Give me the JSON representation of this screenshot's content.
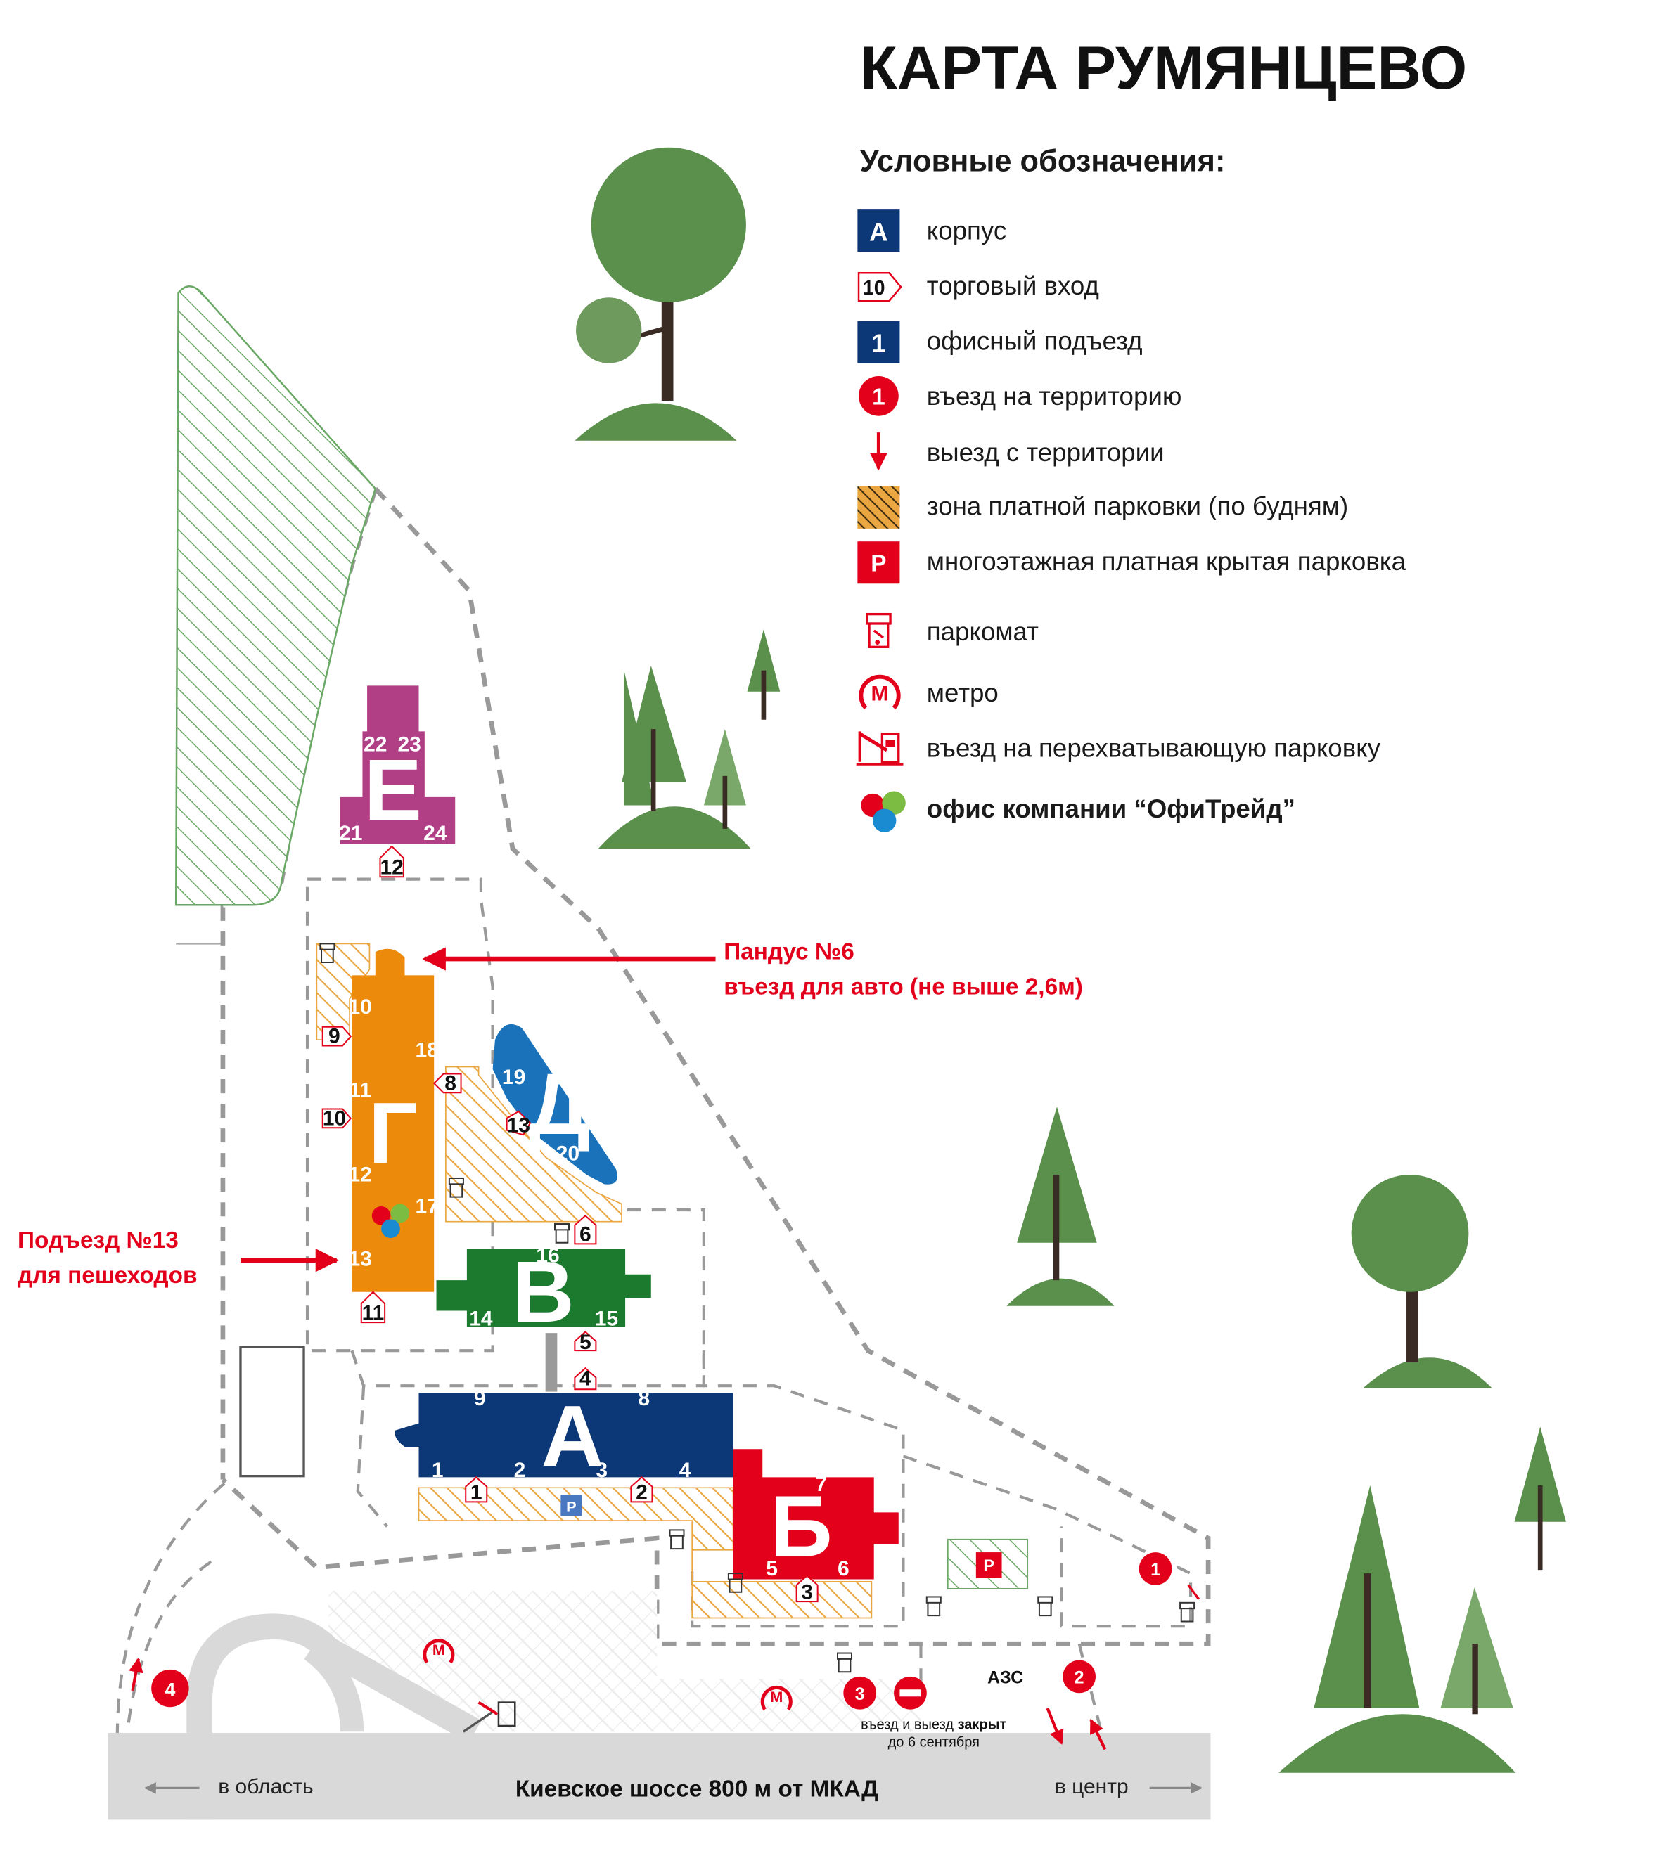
{
  "title": "КАРТА РУМЯНЦЕВО",
  "legend": {
    "heading": "Условные обозначения:",
    "items": [
      {
        "symbol": "А",
        "label": "корпус",
        "icon": "building-square-icon"
      },
      {
        "symbol": "10",
        "label": "торговый вход",
        "icon": "retail-entrance-icon"
      },
      {
        "symbol": "1",
        "label": "офисный подъезд",
        "icon": "office-entrance-icon"
      },
      {
        "symbol": "1",
        "label": "въезд на территорию",
        "icon": "entry-circle-icon"
      },
      {
        "symbol": "",
        "label": "выезд с территории",
        "icon": "exit-arrow-icon"
      },
      {
        "symbol": "",
        "label": "зона платной парковки (по будням)",
        "icon": "paid-parking-hatch-icon"
      },
      {
        "symbol": "P",
        "label": "многоэтажная платная крытая парковка",
        "icon": "covered-parking-icon"
      },
      {
        "symbol": "",
        "label": "паркомат",
        "icon": "parking-meter-icon"
      },
      {
        "symbol": "",
        "label": "метро",
        "icon": "metro-icon"
      },
      {
        "symbol": "",
        "label": "въезд на перехватывающую парковку",
        "icon": "park-and-ride-barrier-icon"
      },
      {
        "symbol": "",
        "label": "офис компании “ОфиТрейд”",
        "icon": "ofitrade-office-icon"
      }
    ]
  },
  "buildings": {
    "A": {
      "letter": "А",
      "office_entrances": [
        "1",
        "2",
        "3",
        "4",
        "9",
        "8"
      ],
      "retail_entrances": [
        "1",
        "2"
      ],
      "parking_label": "P"
    },
    "B": {
      "letter": "Б",
      "office_entrances": [
        "7",
        "5",
        "6"
      ],
      "retail_entrances": [
        "3"
      ]
    },
    "V": {
      "letter": "В",
      "office_entrances": [
        "16",
        "14",
        "15"
      ],
      "retail_entrances": [
        "6",
        "5",
        "4"
      ]
    },
    "G": {
      "letter": "Г",
      "office_entrances": [
        "10",
        "18",
        "11",
        "12",
        "17",
        "13"
      ],
      "retail_entrances": [
        "9",
        "8",
        "10",
        "11"
      ]
    },
    "D": {
      "letter": "Д",
      "office_entrances": [
        "19",
        "20"
      ],
      "retail_entrances": [
        "13"
      ]
    },
    "E": {
      "letter": "Е",
      "office_entrances": [
        "22",
        "23",
        "21",
        "24"
      ],
      "retail_entrances": [
        "12"
      ]
    }
  },
  "annotations": {
    "ramp_line1": "Пандус №6",
    "ramp_line2": "въезд для авто (не выше 2,6м)",
    "pedestrian_line1": "Подъезд №13",
    "pedestrian_line2": "для пешеходов"
  },
  "territory_entries": [
    "1",
    "2",
    "3",
    "4"
  ],
  "parking_lot_label": "P",
  "gas_station": "АЗС",
  "closed_note_line1_prefix": "въезд и выезд ",
  "closed_note_line1_bold": "закрыт",
  "closed_note_line2": "до 6 сентября",
  "road": {
    "name": "Киевское шоссе 800 м от МКАД",
    "left": "в область",
    "right": "в центр"
  },
  "colors": {
    "A": "#0c3877",
    "B": "#e2001a",
    "V": "#1b7a2e",
    "G": "#ec8b0b",
    "D": "#1a73ba",
    "E": "#b13f85",
    "red": "#e3001b",
    "tree_dark": "#5a8f4c",
    "tree_light": "#7aa86a",
    "hatch_orange": "#eaa640",
    "hatch_green": "#6aa865",
    "road": "#d9d9d9"
  }
}
